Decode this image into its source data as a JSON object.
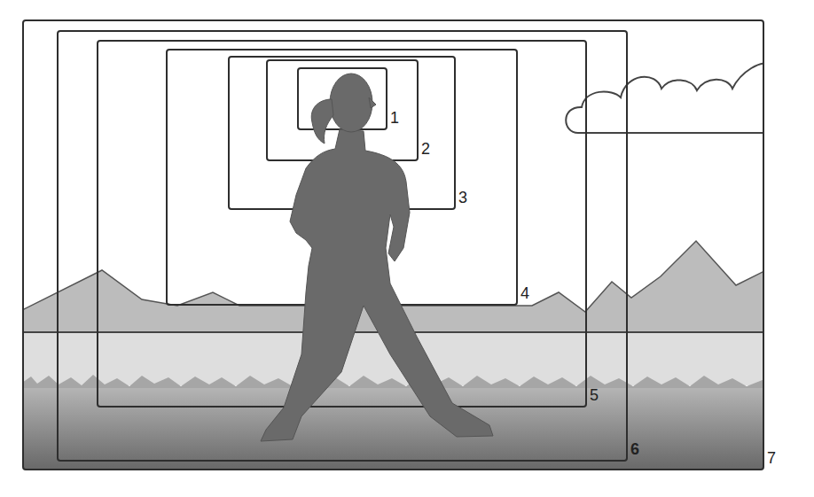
{
  "diagram": {
    "nodes": [
      {
        "text": [
          "7"
        ]
      },
      {
        "text": [
          "6"
        ],
        "in": 0
      },
      {
        "text": [
          "5"
        ],
        "in": 1
      },
      {
        "text": [
          "4"
        ],
        "in": 2
      },
      {
        "text": [
          "3"
        ],
        "in": 3
      },
      {
        "text": [
          "2"
        ],
        "in": 4
      },
      {
        "text": [
          "1"
        ],
        "in": 5
      }
    ]
  }
}
